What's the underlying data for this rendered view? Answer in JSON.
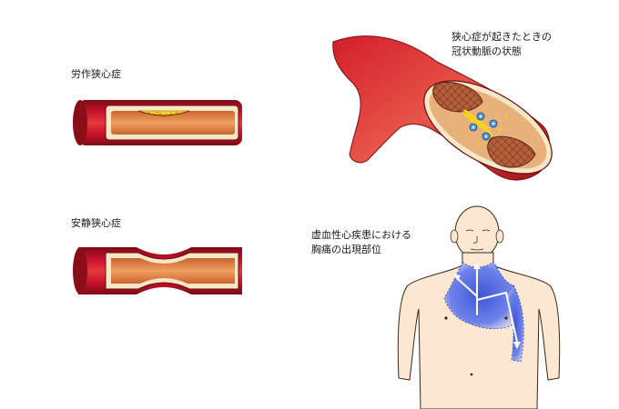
{
  "labels": {
    "exertional_angina": "労作狭心症",
    "resting_angina": "安静狭心症",
    "artery_title_line1": "狭心症が起きたときの",
    "artery_title_line2": "冠状動脈の状態",
    "pain_title_line1": "虚血性心疾患における",
    "pain_title_line2": "胸痛の出現部位"
  },
  "colors": {
    "vessel_red": "#c8102e",
    "vessel_dark": "#7a0c14",
    "plaque_yellow": "#f5d02a",
    "wall_cream": "#f6e7c6",
    "lumen_orange": "#e38a45",
    "skin": "#fbe7d2",
    "pain_blue": "#3f56d6"
  },
  "icons": [
    "vessel-icon",
    "human-torso-icon",
    "arrow-icon"
  ]
}
